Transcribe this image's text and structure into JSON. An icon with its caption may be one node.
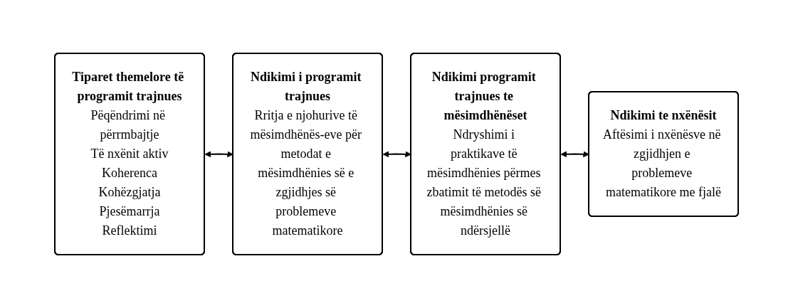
{
  "diagram": {
    "nodes": [
      {
        "text": [
          "Tiparet themelore të programit trajnues",
          "Pëqëndrimi në përrmbajtje",
          "Të nxënit aktiv",
          "Koherenca",
          "Kohëzgjatja",
          "Pjesëmarrja",
          "Reflektimi"
        ]
      },
      {
        "text": [
          "Ndikimi i programit trajnues",
          "Rritja e njohurive të mësimdhënës-eve për metodat e mësimdhënies së e zgjidhjes së problemeve matematikore"
        ]
      },
      {
        "text": [
          "Ndikimi programit trajnues te mësimdhënëset",
          "Ndryshimi i praktikave të mësimdhënies përmes zbatimit të metodës së mësimdhënies së ndërsjellë"
        ]
      },
      {
        "text": [
          "Ndikimi te nxënësit",
          "Aftësimi i nxënësve në zgjidhjen e problemeve matematikore me fjalë"
        ]
      }
    ],
    "edges": [
      {
        "from": 0,
        "to": 1,
        "arrow": "both"
      },
      {
        "from": 1,
        "to": 2,
        "arrow": "both"
      },
      {
        "from": 2,
        "to": 3,
        "arrow": "both"
      }
    ]
  }
}
